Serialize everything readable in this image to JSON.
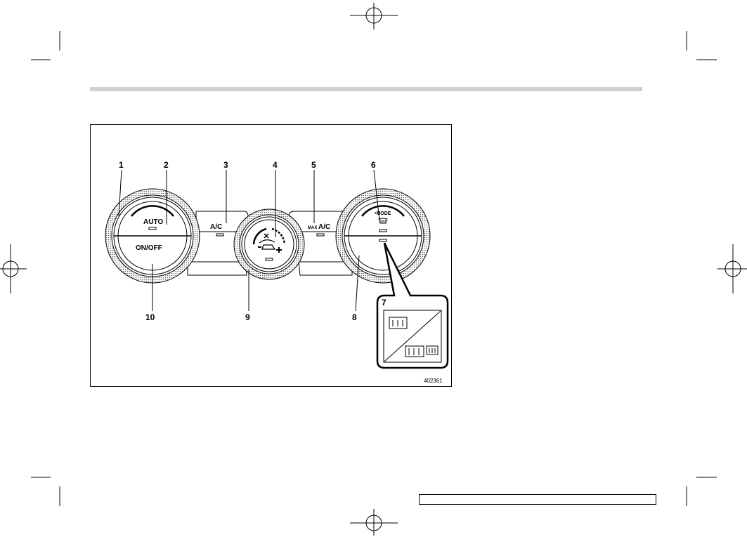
{
  "figure": {
    "callouts": {
      "c1": "1",
      "c2": "2",
      "c3": "3",
      "c4": "4",
      "c5": "5",
      "c6": "6",
      "c7": "7",
      "c8": "8",
      "c9": "9",
      "c10": "10"
    },
    "labels": {
      "auto": "AUTO",
      "on_off": "ON/OFF",
      "ac": "A/C",
      "max_prefix": "MAX",
      "max_ac": "A/C",
      "mode": "•MODE"
    },
    "figure_id": "402361",
    "colors": {
      "header_bar": "#cfcfcf",
      "line": "#000000"
    },
    "icons": [
      "rear-defroster-icon",
      "rear-defroster-and-mirror-heater-icon",
      "windshield-defroster-icon",
      "fan-icon",
      "car-recirculation-icon"
    ]
  }
}
